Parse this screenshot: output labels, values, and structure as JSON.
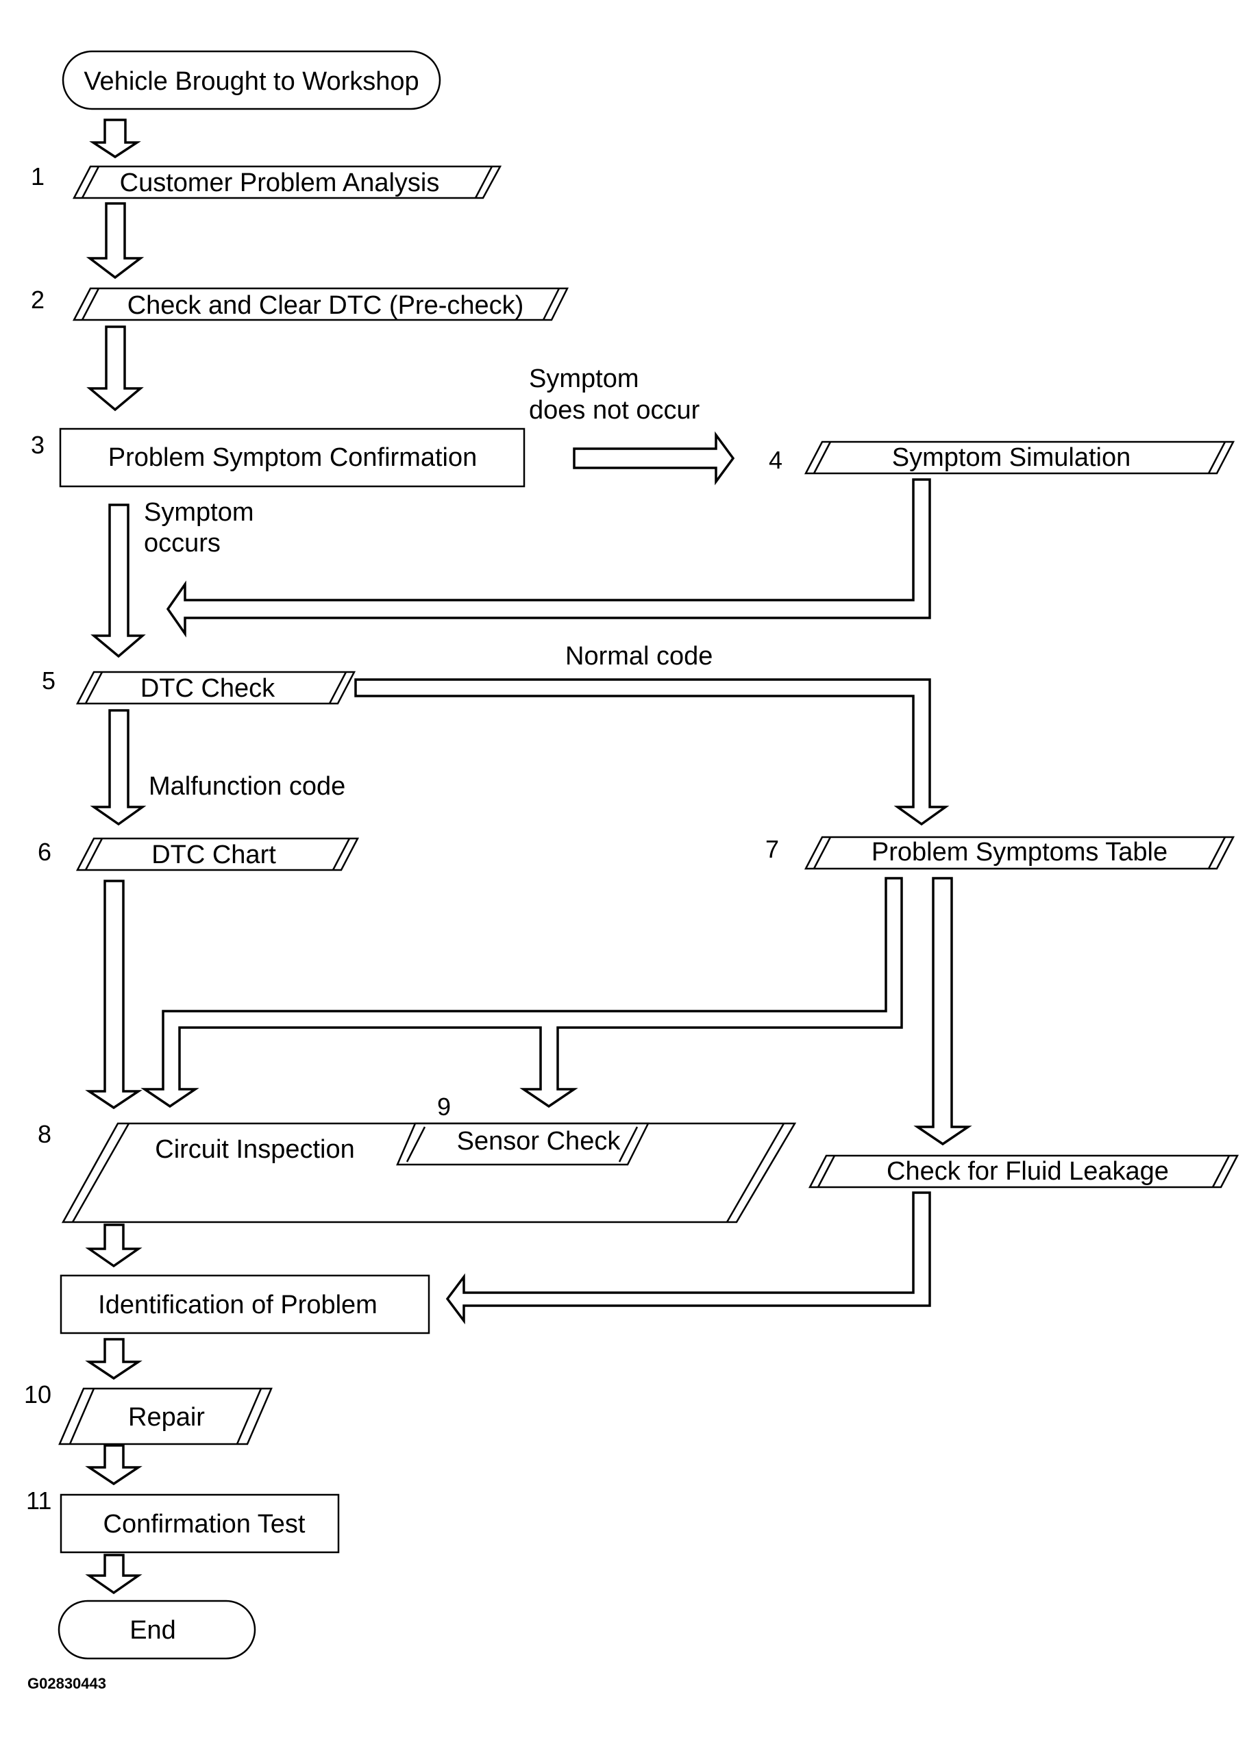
{
  "nodes": {
    "start": "Vehicle Brought to Workshop",
    "customer_analysis": "Customer Problem Analysis",
    "check_clear_dtc": "Check and Clear DTC (Pre-check)",
    "symptom_confirmation": "Problem Symptom Confirmation",
    "symptom_simulation": "Symptom Simulation",
    "dtc_check": "DTC Check",
    "dtc_chart": "DTC Chart",
    "problem_symptoms_table": "Problem Symptoms Table",
    "circuit_inspection": "Circuit Inspection",
    "sensor_check": "Sensor Check",
    "fluid_leakage": "Check for Fluid Leakage",
    "identification": "Identification of Problem",
    "repair": "Repair",
    "confirmation_test": "Confirmation Test",
    "end": "End"
  },
  "step_numbers": {
    "s1": "1",
    "s2": "2",
    "s3": "3",
    "s4": "4",
    "s5": "5",
    "s6": "6",
    "s7": "7",
    "s8": "8",
    "s9": "9",
    "s10": "10",
    "s11": "11"
  },
  "conditions": {
    "not_occur_line1": "Symptom",
    "not_occur_line2": "does not occur",
    "occurs_line1": "Symptom",
    "occurs_line2": "occurs",
    "normal_code": "Normal code",
    "malfunction_code": "Malfunction code"
  },
  "figure_code": "G02830443"
}
